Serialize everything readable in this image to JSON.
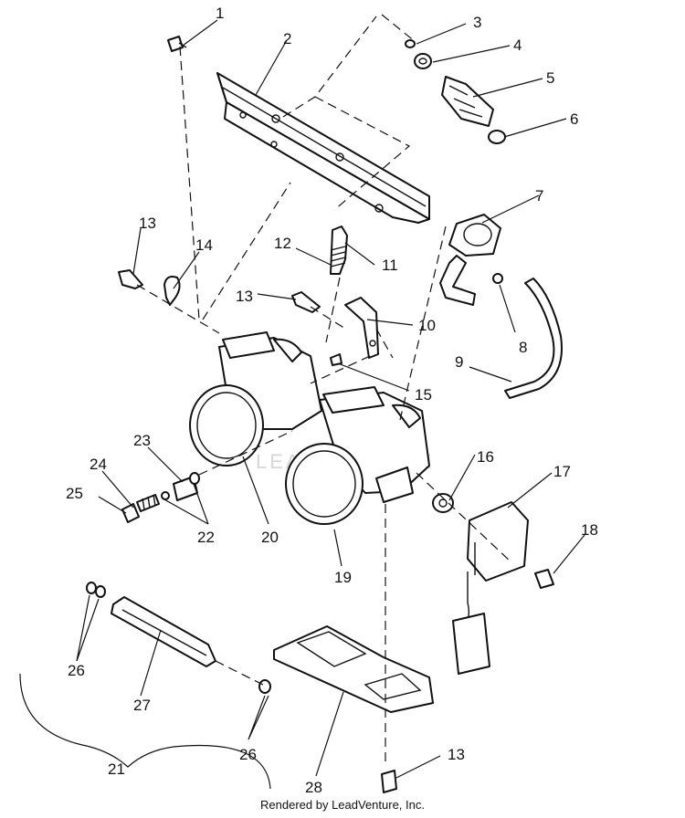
{
  "diagram": {
    "watermark": "LEADVENTURE",
    "credit": "Rendered by LeadVenture, Inc.",
    "callouts": [
      "1",
      "2",
      "3",
      "4",
      "5",
      "6",
      "7",
      "8",
      "9",
      "10",
      "11",
      "12",
      "13",
      "13",
      "13",
      "14",
      "15",
      "16",
      "17",
      "18",
      "19",
      "20",
      "21",
      "22",
      "23",
      "24",
      "25",
      "26",
      "26",
      "27",
      "28"
    ]
  }
}
